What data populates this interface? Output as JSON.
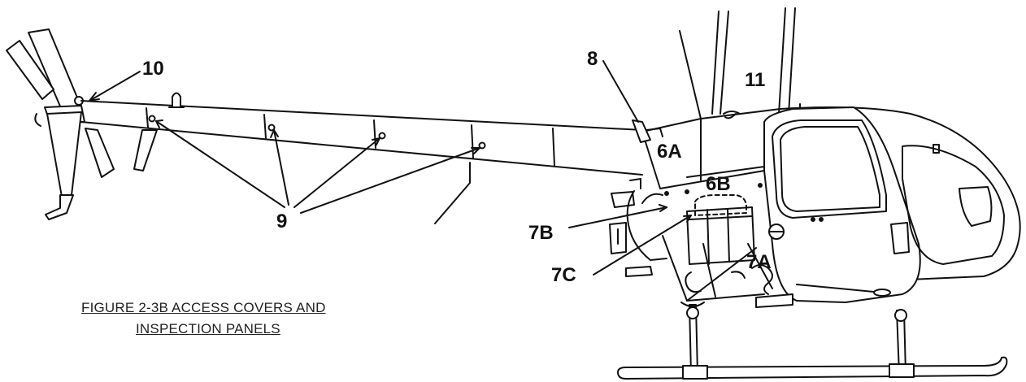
{
  "callouts": {
    "c10": "10",
    "c9": "9",
    "c8": "8",
    "c11": "11",
    "c6a": "6A",
    "c6b": "6B",
    "c7b": "7B",
    "c7c": "7C",
    "c7a": "7A"
  },
  "caption": {
    "line1": "FIGURE 2-3B  ACCESS COVERS AND",
    "line2": "INSPECTION PANELS"
  },
  "colors": {
    "ink": "#111111",
    "paper": "#ffffff"
  }
}
